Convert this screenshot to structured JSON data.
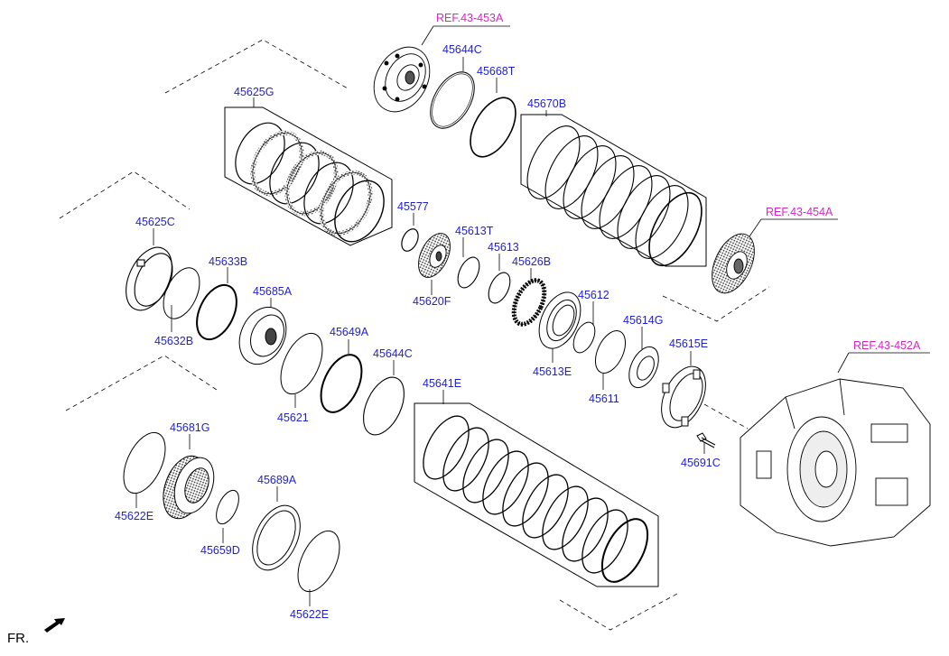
{
  "refs": {
    "r453a": "REF.43-453A",
    "r454a": "REF.43-454A",
    "r452a": "REF.43-452A"
  },
  "parts": {
    "p45644c_top": "45644C",
    "p45668t": "45668T",
    "p45625g": "45625G",
    "p45670b": "45670B",
    "p45577": "45577",
    "p45613t": "45613T",
    "p45613": "45613",
    "p45626b": "45626B",
    "p45620f": "45620F",
    "p45625c": "45625C",
    "p45633b": "45633B",
    "p45685a": "45685A",
    "p45632b": "45632B",
    "p45612": "45612",
    "p45614g": "45614G",
    "p45615e": "45615E",
    "p45613e": "45613E",
    "p45611": "45611",
    "p45649a": "45649A",
    "p45644c_mid": "45644C",
    "p45621": "45621",
    "p45641e": "45641E",
    "p45681g": "45681G",
    "p45622e_left": "45622E",
    "p45689a": "45689A",
    "p45659d": "45659D",
    "p45622e_bottom": "45622E",
    "p45691c": "45691C"
  },
  "orientation": "FR.",
  "colors": {
    "label": "#1f1fd6",
    "ref": "#d626c8",
    "line": "#000000"
  }
}
